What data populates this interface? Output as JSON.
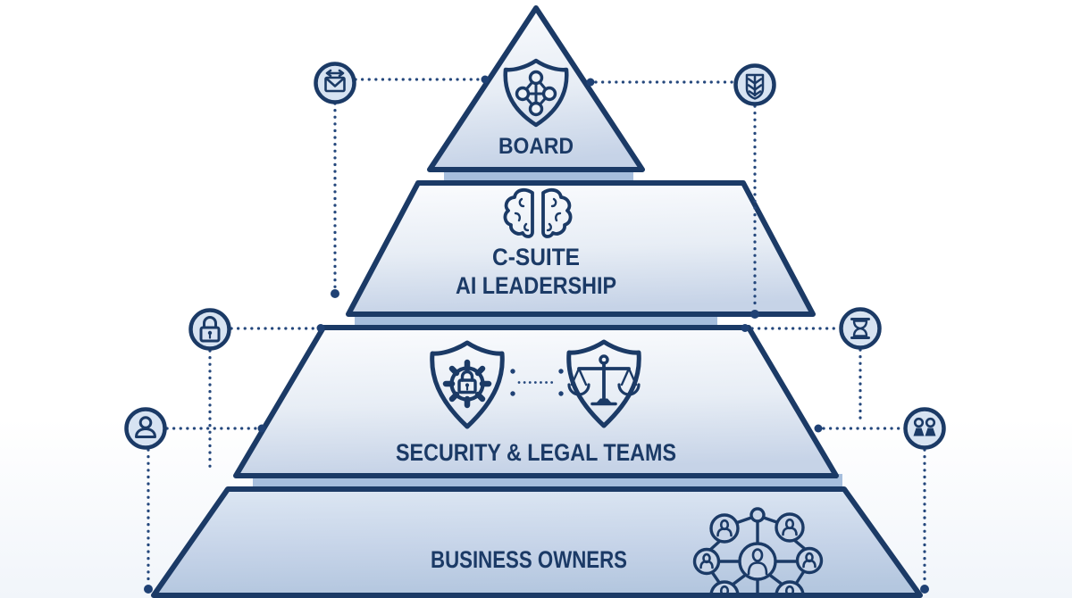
{
  "diagram": {
    "type": "pyramid-hierarchy",
    "levels": [
      {
        "rank": 1,
        "label": "BOARD",
        "icon": "shield-network-icon"
      },
      {
        "rank": 2,
        "label_line1": "C-SUITE",
        "label_line2": "AI LEADERSHIP",
        "icon": "brain-icon"
      },
      {
        "rank": 3,
        "label": "SECURITY & LEGAL TEAMS",
        "icons": [
          "shield-gear-lock-icon",
          "shield-scales-icon"
        ]
      },
      {
        "rank": 4,
        "label": "BUSINESS OWNERS",
        "icon": "people-network-icon"
      }
    ],
    "side_icons": {
      "left": [
        "mail-sync-icon",
        "padlock-icon",
        "person-icon"
      ],
      "right": [
        "wheat-shield-icon",
        "hourglass-icon",
        "people-pair-icon"
      ]
    },
    "colors": {
      "outline_navy": "#1b3a66",
      "label_text": "#1b3a66",
      "level_fill_top": "#fbfcfe",
      "level_fill_bottom": "#c6d3e7",
      "business_fill_bottom": "#b4c7df",
      "tab_fill": "#a6bedd",
      "icon_circle_fill": "#d7e3f2",
      "dotted_line": "#24477c",
      "background": "#ffffff"
    }
  }
}
